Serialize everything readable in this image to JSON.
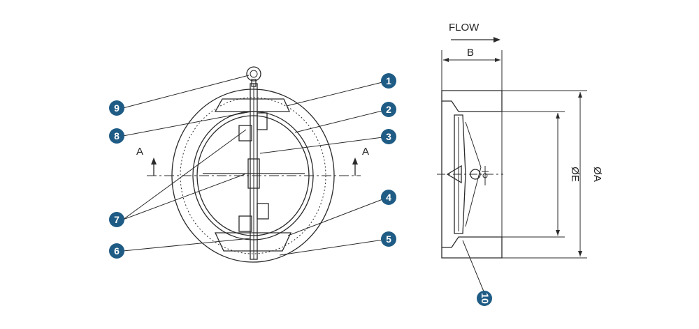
{
  "colors": {
    "bubble": "#1f5c85",
    "line": "#2a2a2a"
  },
  "front_view": {
    "callouts": [
      {
        "num": "1"
      },
      {
        "num": "2"
      },
      {
        "num": "3"
      },
      {
        "num": "4"
      },
      {
        "num": "5"
      },
      {
        "num": "6"
      },
      {
        "num": "7"
      },
      {
        "num": "8"
      },
      {
        "num": "9"
      }
    ],
    "section_marker": "A"
  },
  "side_view": {
    "flow_label": "FLOW",
    "dim_b": "B",
    "dim_e": "ØE",
    "dim_a": "ØA",
    "callout_10": "10"
  }
}
